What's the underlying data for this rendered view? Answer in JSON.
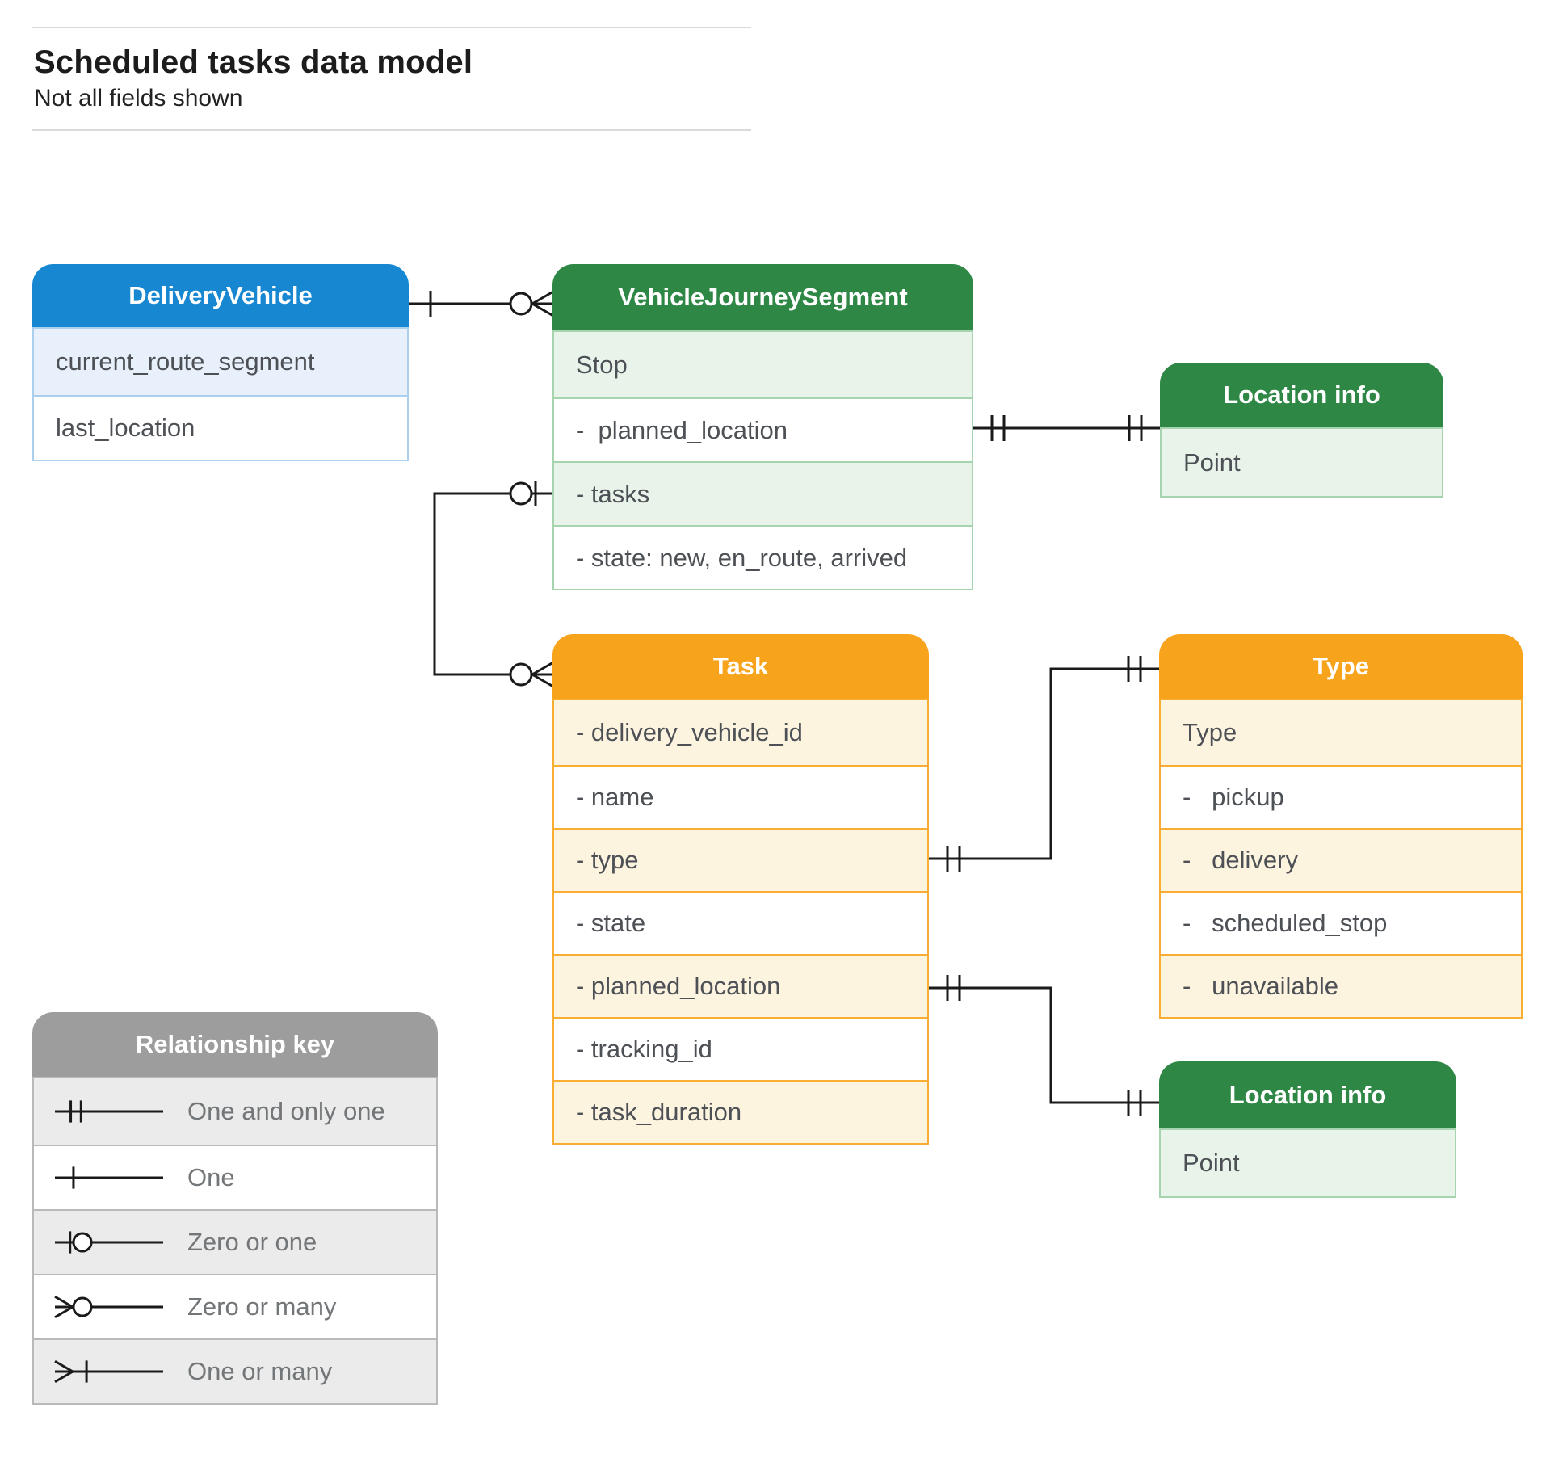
{
  "page": {
    "title": "Scheduled tasks data model",
    "subtitle": "Not all fields shown"
  },
  "colors": {
    "blue": "#1787d2",
    "blue_tint": "#e8f1fb",
    "blue_border": "#abcfef",
    "green": "#2e8745",
    "green_tint": "#e8f3ea",
    "green_border": "#a6d4af",
    "orange": "#f7a41c",
    "orange_tint": "#fdf4e0",
    "orange_border": "#f9ad33",
    "gray": "#9d9d9d",
    "gray_tint": "#ebebeb",
    "gray_border": "#b9b9b9",
    "connector_line": "#1a1a1a",
    "field_text": "#4d5156",
    "header_text": "#ffffff"
  },
  "entities": [
    {
      "id": "delivery-vehicle",
      "title": "DeliveryVehicle",
      "palette": "blue",
      "rows": [
        {
          "label": "current_route_segment",
          "tint": true
        },
        {
          "label": "last_location",
          "tint": false
        }
      ]
    },
    {
      "id": "vehicle-journey-segment",
      "title": "VehicleJourneySegment",
      "palette": "green",
      "rows": [
        {
          "label": "Stop",
          "tint": true
        },
        {
          "label": "-  planned_location",
          "tint": false
        },
        {
          "label": "- tasks",
          "tint": true
        },
        {
          "label": "- state: new, en_route, arrived",
          "tint": false
        }
      ]
    },
    {
      "id": "location-info-top",
      "title": "Location info",
      "palette": "green",
      "rows": [
        {
          "label": "Point",
          "tint": true
        }
      ]
    },
    {
      "id": "task",
      "title": "Task",
      "palette": "orange",
      "rows": [
        {
          "label": "- delivery_vehicle_id",
          "tint": true
        },
        {
          "label": "- name",
          "tint": false
        },
        {
          "label": "- type",
          "tint": true
        },
        {
          "label": "- state",
          "tint": false
        },
        {
          "label": "- planned_location",
          "tint": true
        },
        {
          "label": "- tracking_id",
          "tint": false
        },
        {
          "label": "- task_duration",
          "tint": true
        }
      ]
    },
    {
      "id": "type",
      "title": "Type",
      "palette": "orange",
      "rows": [
        {
          "label": "Type",
          "tint": true
        },
        {
          "label": "-   pickup",
          "tint": false
        },
        {
          "label": "-   delivery",
          "tint": true
        },
        {
          "label": "-   scheduled_stop",
          "tint": false
        },
        {
          "label": "-   unavailable",
          "tint": true
        }
      ]
    },
    {
      "id": "location-info-bottom",
      "title": "Location info",
      "palette": "green",
      "rows": [
        {
          "label": "Point",
          "tint": true
        }
      ]
    }
  ],
  "relationships": [
    {
      "from": "delivery-vehicle",
      "to": "vehicle-journey-segment",
      "from_marker": "one",
      "to_marker": "zero-or-many"
    },
    {
      "from": "vehicle-journey-segment.planned_location",
      "to": "location-info-top",
      "from_marker": "one-and-only-one",
      "to_marker": "one-and-only-one"
    },
    {
      "from": "vehicle-journey-segment.tasks",
      "to": "task",
      "from_marker": "zero-or-one",
      "to_marker": "zero-or-many"
    },
    {
      "from": "task.type",
      "to": "type",
      "from_marker": "one-and-only-one",
      "to_marker": "one-and-only-one"
    },
    {
      "from": "task.planned_location",
      "to": "location-info-bottom",
      "from_marker": "one-and-only-one",
      "to_marker": "one-and-only-one"
    }
  ],
  "legend": {
    "title": "Relationship key",
    "rows": [
      {
        "symbol": "one-and-only-one",
        "label": "One and only one"
      },
      {
        "symbol": "one",
        "label": "One"
      },
      {
        "symbol": "zero-or-one",
        "label": "Zero or one"
      },
      {
        "symbol": "zero-or-many",
        "label": "Zero or many"
      },
      {
        "symbol": "one-or-many",
        "label": "One or many"
      }
    ]
  }
}
